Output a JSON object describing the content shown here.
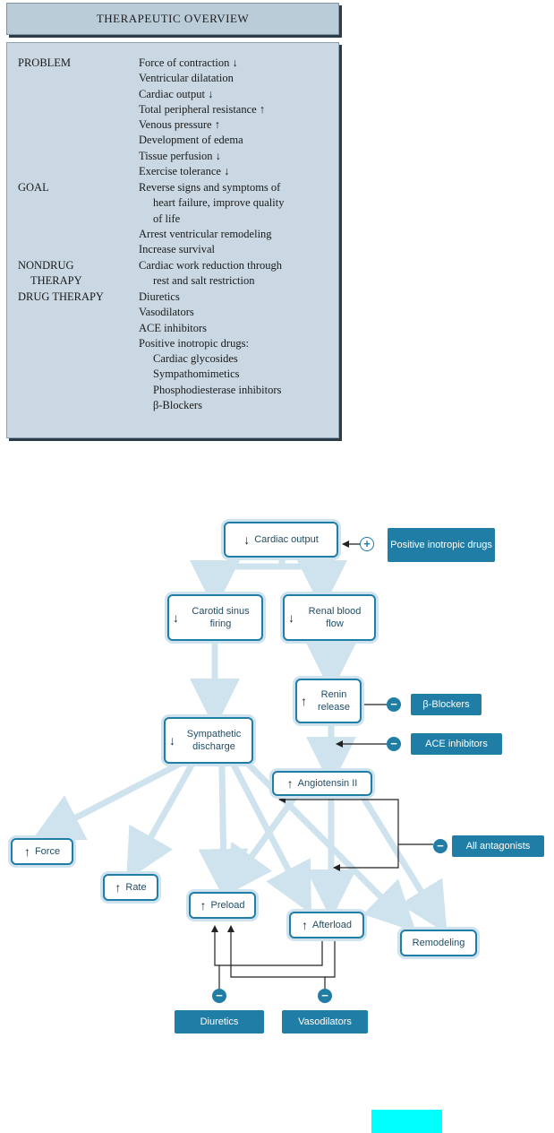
{
  "overview": {
    "title": "THERAPEUTIC OVERVIEW",
    "problem_label": "PROBLEM",
    "problem_items": [
      "Force of contraction ↓",
      "Ventricular dilatation",
      "Cardiac output ↓",
      "Total peripheral resistance ↑",
      "Venous pressure ↑",
      "Development of edema",
      "Tissue perfusion ↓",
      "Exercise tolerance ↓"
    ],
    "goal_label": "GOAL",
    "goal_items": [
      "Reverse signs and symptoms of",
      "heart failure, improve quality",
      "of life",
      "Arrest ventricular remodeling",
      "Increase survival"
    ],
    "nondrug_label_1": "NONDRUG",
    "nondrug_label_2": "THERAPY",
    "nondrug_items": [
      "Cardiac work reduction through",
      "rest and salt restriction"
    ],
    "drug_label": "DRUG THERAPY",
    "drug_items": [
      "Diuretics",
      "Vasodilators",
      "ACE inhibitors",
      "Positive inotropic drugs:",
      "Cardiac glycosides",
      "Sympathomimetics",
      "Phosphodiesterase inhibitors",
      "β-Blockers"
    ]
  },
  "diagram": {
    "nodes": {
      "cardiac_output": {
        "arrow": "↓",
        "label": "Cardiac output"
      },
      "carotid": {
        "arrow": "↓",
        "label": "Carotid sinus firing"
      },
      "renal": {
        "arrow": "↓",
        "label": "Renal blood flow"
      },
      "renin": {
        "arrow": "↑",
        "label": "Renin release"
      },
      "sympathetic": {
        "arrow": "↓",
        "label": "Sympathetic discharge"
      },
      "angiotensin": {
        "arrow": "↑",
        "label": "Angiotensin II"
      },
      "force": {
        "arrow": "↑",
        "label": "Force"
      },
      "rate": {
        "arrow": "↑",
        "label": "Rate"
      },
      "preload": {
        "arrow": "↑",
        "label": "Preload"
      },
      "afterload": {
        "arrow": "↑",
        "label": "Afterload"
      },
      "remodeling": {
        "label": "Remodeling"
      }
    },
    "drugs": {
      "positive_inotropic": "Positive inotropic drugs",
      "beta_blockers": "β-Blockers",
      "ace_inhibitors": "ACE inhibitors",
      "all_antagonists": "All antagonists",
      "diuretics": "Diuretics",
      "vasodilators": "Vasodilators"
    },
    "signs": {
      "plus": "+",
      "minus": "−"
    },
    "colors": {
      "accent": "#1f7da6",
      "flow": "#cfe3ee",
      "box_bg": "#c9d8e2",
      "marker": "#00ffff"
    }
  }
}
